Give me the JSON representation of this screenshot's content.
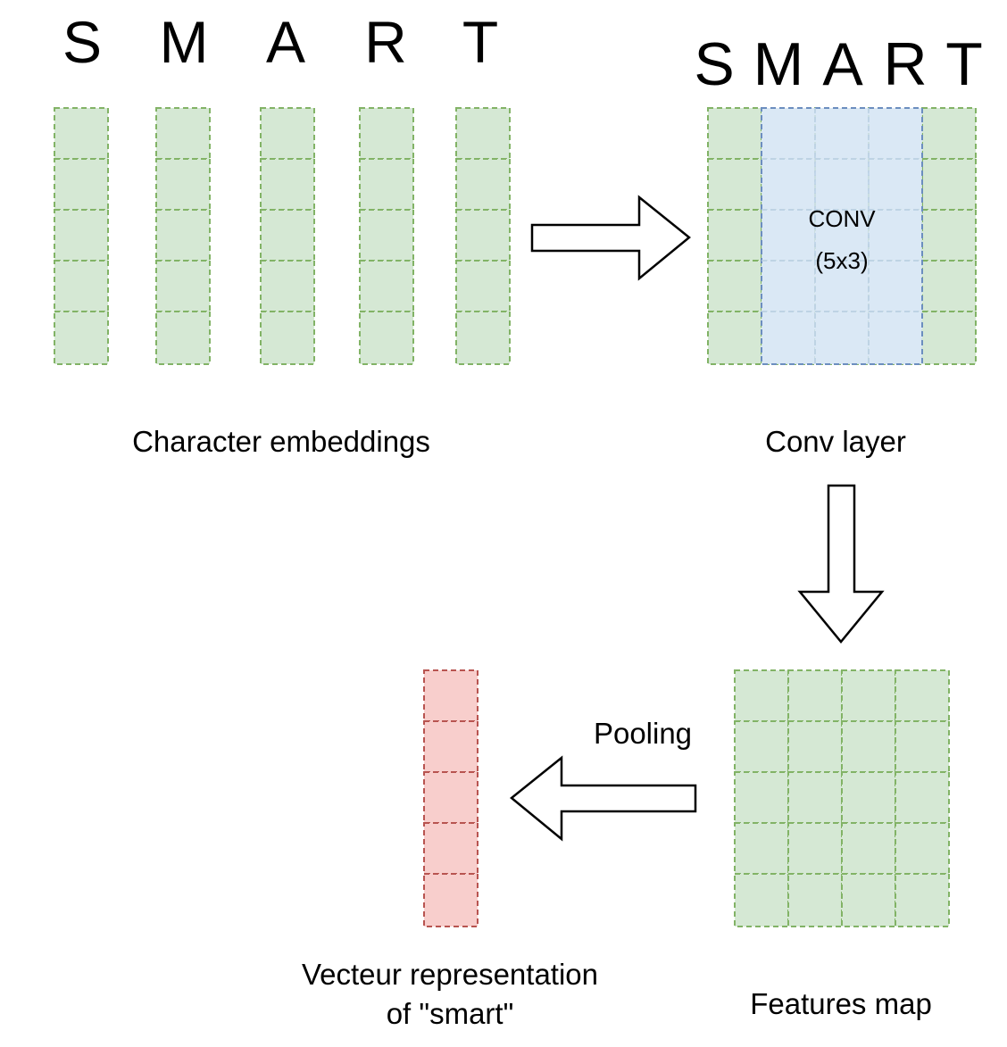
{
  "input_word": {
    "letters": [
      "S",
      "M",
      "A",
      "R",
      "T"
    ]
  },
  "conv_word": {
    "letters": [
      "S",
      "M",
      "A",
      "R",
      "T"
    ]
  },
  "labels": {
    "character_embeddings": "Character embeddings",
    "conv_layer": "Conv layer",
    "conv_box_line1": "CONV",
    "conv_box_line2": "(5x3)",
    "features_map": "Features map",
    "pooling": "Pooling",
    "vector_line1": "Vecteur representation",
    "vector_line2": "of \"smart\""
  },
  "colors": {
    "green_fill": "#d5e8d4",
    "green_stroke": "#82b366",
    "blue_fill": "#dae8fc",
    "blue_stroke": "#6c8ebf",
    "red_fill": "#f8cecc",
    "red_stroke": "#b85450"
  }
}
